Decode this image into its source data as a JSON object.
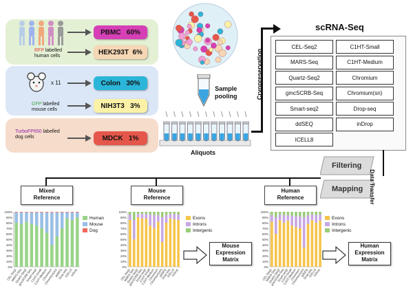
{
  "sources": {
    "human": {
      "tag": "RFP",
      "tag_color": "#e53935",
      "text1": "labelled",
      "text2": "human cells"
    },
    "mouse": {
      "multiplier": "x 11",
      "tag": "GFP",
      "tag_color": "#43a047",
      "text1": "labelled",
      "text2": "mouse cells"
    },
    "dog": {
      "tag": "TurboFP650",
      "tag_color": "#8e24aa",
      "text1": "labelled",
      "text2": "dog cells"
    }
  },
  "cell_lines": [
    {
      "name": "PBMC",
      "pct": "60%",
      "color": "#d63fb6"
    },
    {
      "name": "HEK293T",
      "pct": "6%",
      "color": "#f6d7b5"
    },
    {
      "name": "Colon",
      "pct": "30%",
      "color": "#2bb5d9"
    },
    {
      "name": "NIH3T3",
      "pct": "3%",
      "color": "#fbf2a8"
    },
    {
      "name": "MDCK",
      "pct": "1%",
      "color": "#e5574b"
    }
  ],
  "pooling": {
    "label1": "Sample",
    "label2": "pooling",
    "aliquots": "Aliquots"
  },
  "cryo": "Cryopreservation",
  "scrna": {
    "title": "scRNA-Seq",
    "left": [
      "CEL-Seq2",
      "MARS-Seq",
      "Quartz-Seq2",
      "gmcSCRB-Seq",
      "Smart-seq2",
      "ddSEQ",
      "ICELL8"
    ],
    "right": [
      "C1HT-Small",
      "C1HT-Medium",
      "Chromium",
      "Chromium(sn)",
      "Drop-seq",
      "inDrop"
    ]
  },
  "processing": {
    "filtering": "Filtering",
    "mapping": "Mapping",
    "transfer": "Data Transfer"
  },
  "references": [
    {
      "line1": "Mixed",
      "line2": "Reference"
    },
    {
      "line1": "Mouse",
      "line2": "Reference"
    },
    {
      "line1": "Human",
      "line2": "Reference"
    }
  ],
  "matrices": [
    {
      "line1": "Mouse",
      "line2": "Expression",
      "line3": "Matrix"
    },
    {
      "line1": "Human",
      "line2": "Expression",
      "line3": "Matrix"
    }
  ],
  "chart_data": [
    {
      "type": "bar",
      "stacked": true,
      "title": "",
      "ylim": [
        0,
        100
      ],
      "yticks": [
        "0%",
        "10%",
        "20%",
        "30%",
        "40%",
        "50%",
        "60%",
        "70%",
        "80%",
        "90%",
        "100%"
      ],
      "categories": [
        "CEL-Seq2",
        "MARS-Seq",
        "Quartz-Seq2",
        "gmcSCRB-Seq",
        "Smart-seq2",
        "C1HT-Small",
        "C1HT-Medium",
        "Chromium",
        "Chromium(sn)",
        "ddSEQ",
        "Drop-seq",
        "ICELL8",
        "inDrop"
      ],
      "series": [
        {
          "name": "Human",
          "color": "#9ad48a",
          "values": [
            80,
            78,
            82,
            78,
            75,
            70,
            62,
            40,
            55,
            70,
            88,
            85,
            90
          ]
        },
        {
          "name": "Mouse",
          "color": "#9bbfe6",
          "values": [
            19,
            21,
            17,
            21,
            24,
            29,
            37,
            59,
            44,
            29,
            11,
            14,
            9
          ]
        },
        {
          "name": "Dog",
          "color": "#ee6b5a",
          "values": [
            1,
            1,
            1,
            1,
            1,
            1,
            1,
            1,
            1,
            1,
            1,
            1,
            1
          ]
        }
      ]
    },
    {
      "type": "bar",
      "stacked": true,
      "title": "",
      "ylim": [
        0,
        100
      ],
      "yticks": [
        "0%",
        "10%",
        "20%",
        "30%",
        "40%",
        "50%",
        "60%",
        "70%",
        "80%",
        "90%",
        "100%"
      ],
      "categories": [
        "CEL-Seq2",
        "MARS-Seq",
        "Quartz-Seq2",
        "gmcSCRB-Seq",
        "Smart-seq2",
        "C1HT-Small",
        "C1HT-Medium",
        "Chromium",
        "Chromium(sn)",
        "ddSEQ",
        "Drop-seq",
        "ICELL8",
        "inDrop"
      ],
      "series": [
        {
          "name": "Exons",
          "color": "#f6c44a",
          "values": [
            85,
            50,
            90,
            88,
            88,
            75,
            70,
            82,
            45,
            80,
            88,
            86,
            85
          ]
        },
        {
          "name": "Introns",
          "color": "#c7a7e3",
          "values": [
            10,
            35,
            6,
            8,
            8,
            20,
            24,
            12,
            45,
            14,
            8,
            10,
            10
          ]
        },
        {
          "name": "Intergenic",
          "color": "#9acc7a",
          "values": [
            5,
            15,
            4,
            4,
            4,
            5,
            6,
            6,
            10,
            6,
            4,
            4,
            5
          ]
        }
      ]
    },
    {
      "type": "bar",
      "stacked": true,
      "title": "",
      "ylim": [
        0,
        100
      ],
      "yticks": [
        "0%",
        "10%",
        "20%",
        "30%",
        "40%",
        "50%",
        "60%",
        "70%",
        "80%",
        "90%",
        "100%"
      ],
      "categories": [
        "CEL-Seq2",
        "MARS-Seq",
        "Quartz-Seq2",
        "gmcSCRB-Seq",
        "Smart-seq2",
        "C1HT-Small",
        "C1HT-Medium",
        "Chromium",
        "Chromium(sn)",
        "ddSEQ",
        "Drop-seq",
        "ICELL8",
        "inDrop"
      ],
      "series": [
        {
          "name": "Exons",
          "color": "#f6c44a",
          "values": [
            82,
            60,
            85,
            80,
            84,
            75,
            72,
            70,
            35,
            78,
            85,
            80,
            84
          ]
        },
        {
          "name": "Introns",
          "color": "#c7a7e3",
          "values": [
            12,
            30,
            10,
            14,
            10,
            18,
            20,
            22,
            55,
            16,
            10,
            14,
            11
          ]
        },
        {
          "name": "Intergenic",
          "color": "#9acc7a",
          "values": [
            6,
            10,
            5,
            6,
            6,
            7,
            8,
            8,
            10,
            6,
            5,
            6,
            5
          ]
        }
      ]
    }
  ]
}
